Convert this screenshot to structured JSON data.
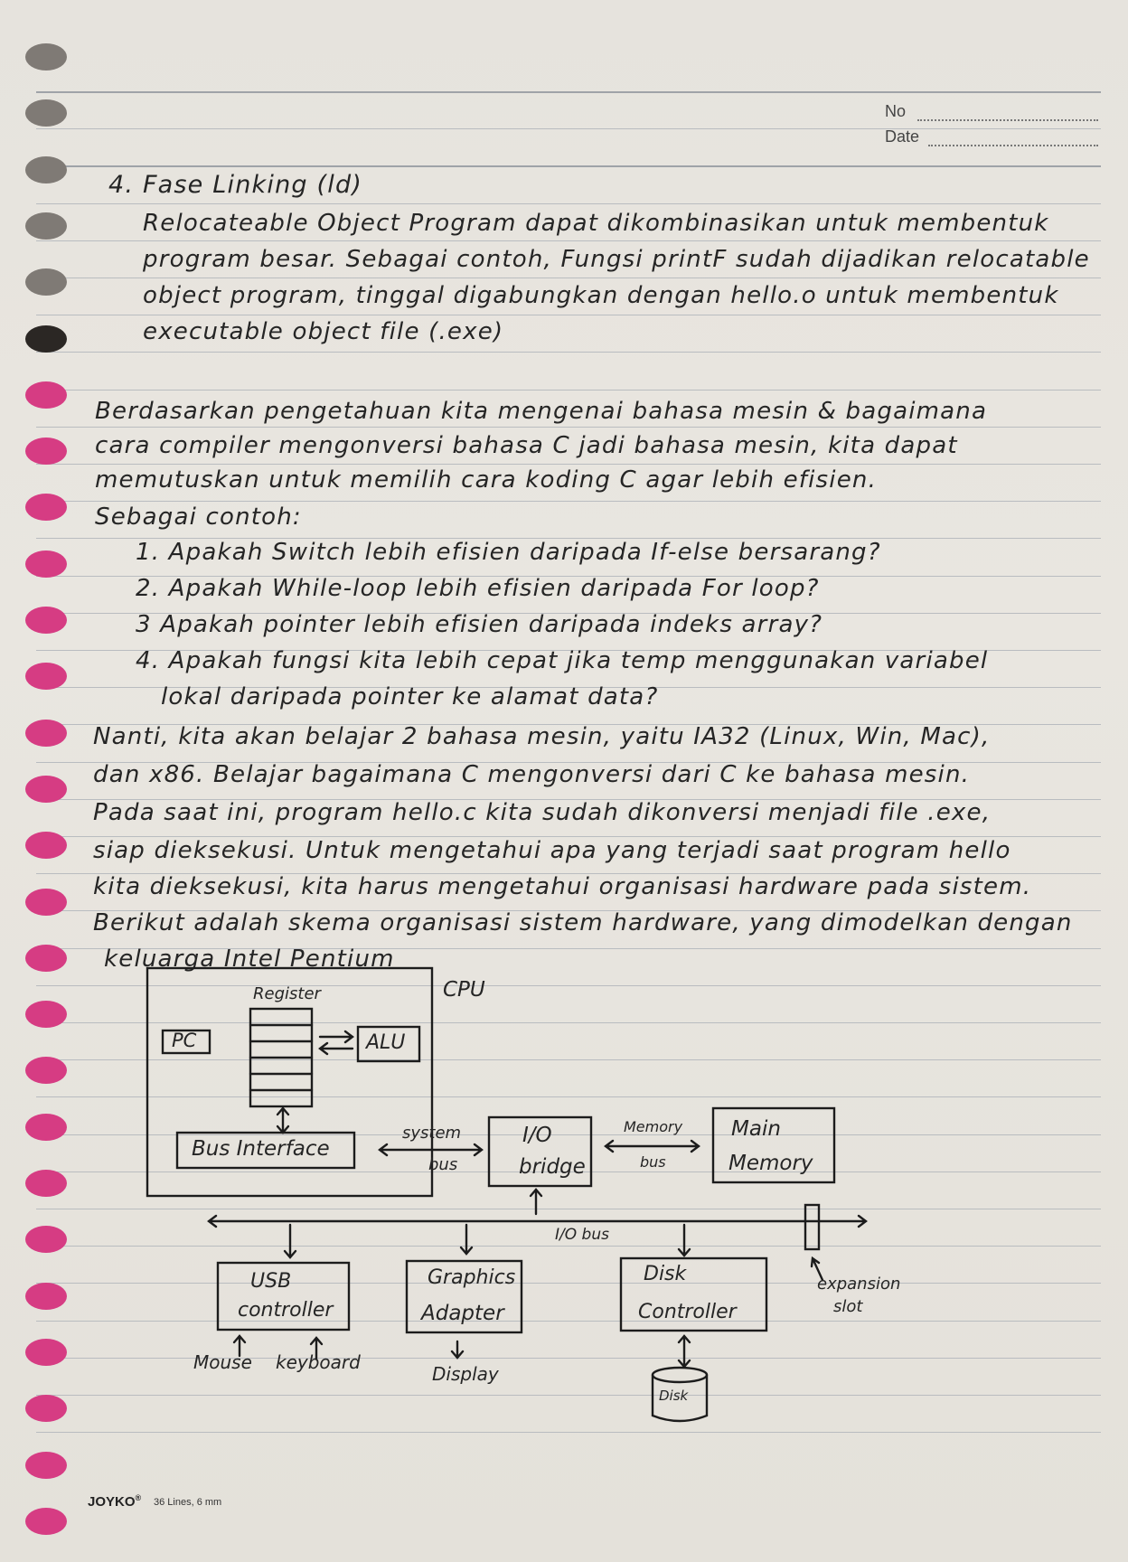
{
  "header": {
    "no_label": "No",
    "date_label": "Date"
  },
  "notes": {
    "section4": {
      "title": "4. Fase Linking (ld)",
      "lines": [
        "Relocateable Object Program dapat dikombinasikan untuk membentuk",
        "program besar. Sebagai contoh, Fungsi printF sudah dijadikan relocatable",
        "object program, tinggal digabungkan dengan hello.o untuk membentuk",
        "executable object file (.exe)"
      ]
    },
    "intro_lines": [
      "Berdasarkan pengetahuan kita mengenai bahasa mesin & bagaimana",
      "cara compiler mengonversi bahasa C jadi bahasa mesin, kita dapat",
      "memutuskan untuk memilih cara koding C agar lebih efisien.",
      "Sebagai contoh:"
    ],
    "questions": [
      "1. Apakah Switch lebih efisien daripada If-else bersarang?",
      "2. Apakah While-loop lebih efisien daripada For loop?",
      "3 Apakah pointer lebih efisien daripada indeks array?",
      "4. Apakah fungsi kita lebih cepat jika temp menggunakan variabel",
      "lokal daripada pointer ke alamat data?"
    ],
    "closing_lines": [
      "Nanti, kita akan belajar 2 bahasa mesin, yaitu IA32 (Linux, Win, Mac),",
      "dan x86. Belajar bagaimana C mengonversi dari C ke bahasa mesin.",
      "Pada saat ini, program hello.c kita sudah dikonversi menjadi file .exe,",
      "siap dieksekusi. Untuk mengetahui apa yang terjadi saat program hello",
      "kita dieksekusi, kita harus mengetahui organisasi hardware pada sistem.",
      "Berikut adalah skema organisasi sistem hardware, yang dimodelkan dengan",
      "keluarga Intel Pentium"
    ]
  },
  "diagram": {
    "cpu": "CPU",
    "register": "Register",
    "pc": "PC",
    "alu": "ALU",
    "bus_interface": "Bus Interface",
    "system_bus_1": "system",
    "system_bus_2": "bus",
    "io_bridge_1": "I/O",
    "io_bridge_2": "bridge",
    "memory_bus_1": "Memory",
    "memory_bus_2": "bus",
    "main_memory_1": "Main",
    "main_memory_2": "Memory",
    "io_bus": "I/O bus",
    "usb_1": "USB",
    "usb_2": "controller",
    "graphics_1": "Graphics",
    "graphics_2": "Adapter",
    "disk_controller_1": "Disk",
    "disk_controller_2": "Controller",
    "expansion_1": "expansion",
    "expansion_2": "slot",
    "mouse": "Mouse",
    "keyboard": "keyboard",
    "display": "Display",
    "disk": "Disk"
  },
  "footer": {
    "brand": "JOYKO",
    "reg": "®",
    "spec": "36 Lines, 6 mm"
  },
  "colors": {
    "paper": "#e8e5df",
    "ink": "#252525",
    "hole_pink": "#d63c83",
    "hole_dark": "#2b2724",
    "rule": "#b9bcc0"
  }
}
